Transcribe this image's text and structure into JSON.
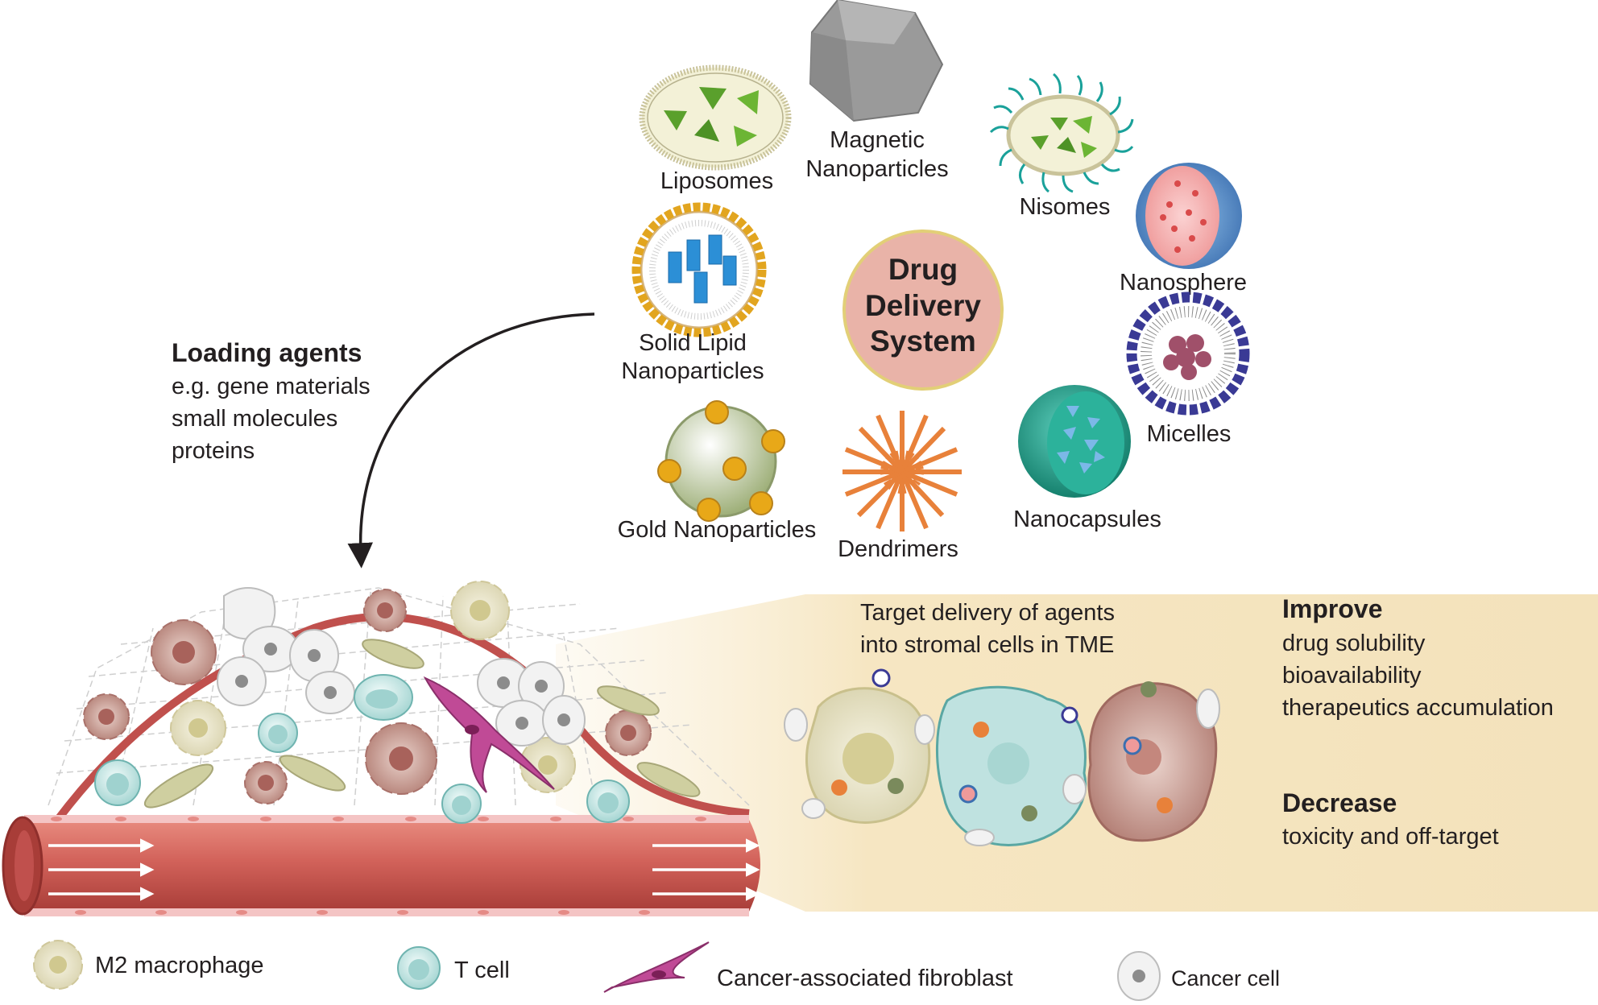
{
  "title": {
    "line1": "Drug",
    "line2": "Delivery",
    "line3": "System"
  },
  "nanoparticles": {
    "liposomes": "Liposomes",
    "magnetic_line1": "Magnetic",
    "magnetic_line2": "Nanoparticles",
    "nisomes": "Nisomes",
    "nanosphere": "Nanosphere",
    "solid_lipid_line1": "Solid Lipid",
    "solid_lipid_line2": "Nanoparticles",
    "micelles": "Micelles",
    "gold": "Gold Nanoparticles",
    "dendrimers": "Dendrimers",
    "nanocapsules": "Nanocapsules"
  },
  "loading": {
    "heading": "Loading agents",
    "line1": "e.g. gene materials",
    "line2": "small molecules",
    "line3": "proteins"
  },
  "target": {
    "line1": "Target delivery of agents",
    "line2": "into stromal cells in TME"
  },
  "improve": {
    "heading": "Improve",
    "item1": "drug solubility",
    "item2": "bioavailability",
    "item3": "therapeutics accumulation"
  },
  "decrease": {
    "heading": "Decrease",
    "item1": "toxicity and off-target"
  },
  "legend": {
    "macrophage": "M2 macrophage",
    "tcell": "T cell",
    "fibroblast": "Cancer-associated fibroblast",
    "cancer": "Cancer cell"
  },
  "colors": {
    "vessel": "#c0504d",
    "vessel_light": "#e07a6f",
    "panel": "#f5e4be",
    "drug_system": "#e9b3a8",
    "liposome_fill": "#f3f1d7",
    "drug_green": "#5aa02c",
    "gold": "#e8a818",
    "teal": "#1fa08a",
    "micelle_blue": "#3a3a95",
    "dendrimer": "#e8813a",
    "fibroblast": "#c04a96",
    "tcell": "#bfe2e0",
    "macrophage": "#b9796f",
    "m2": "#e4e0c2"
  }
}
